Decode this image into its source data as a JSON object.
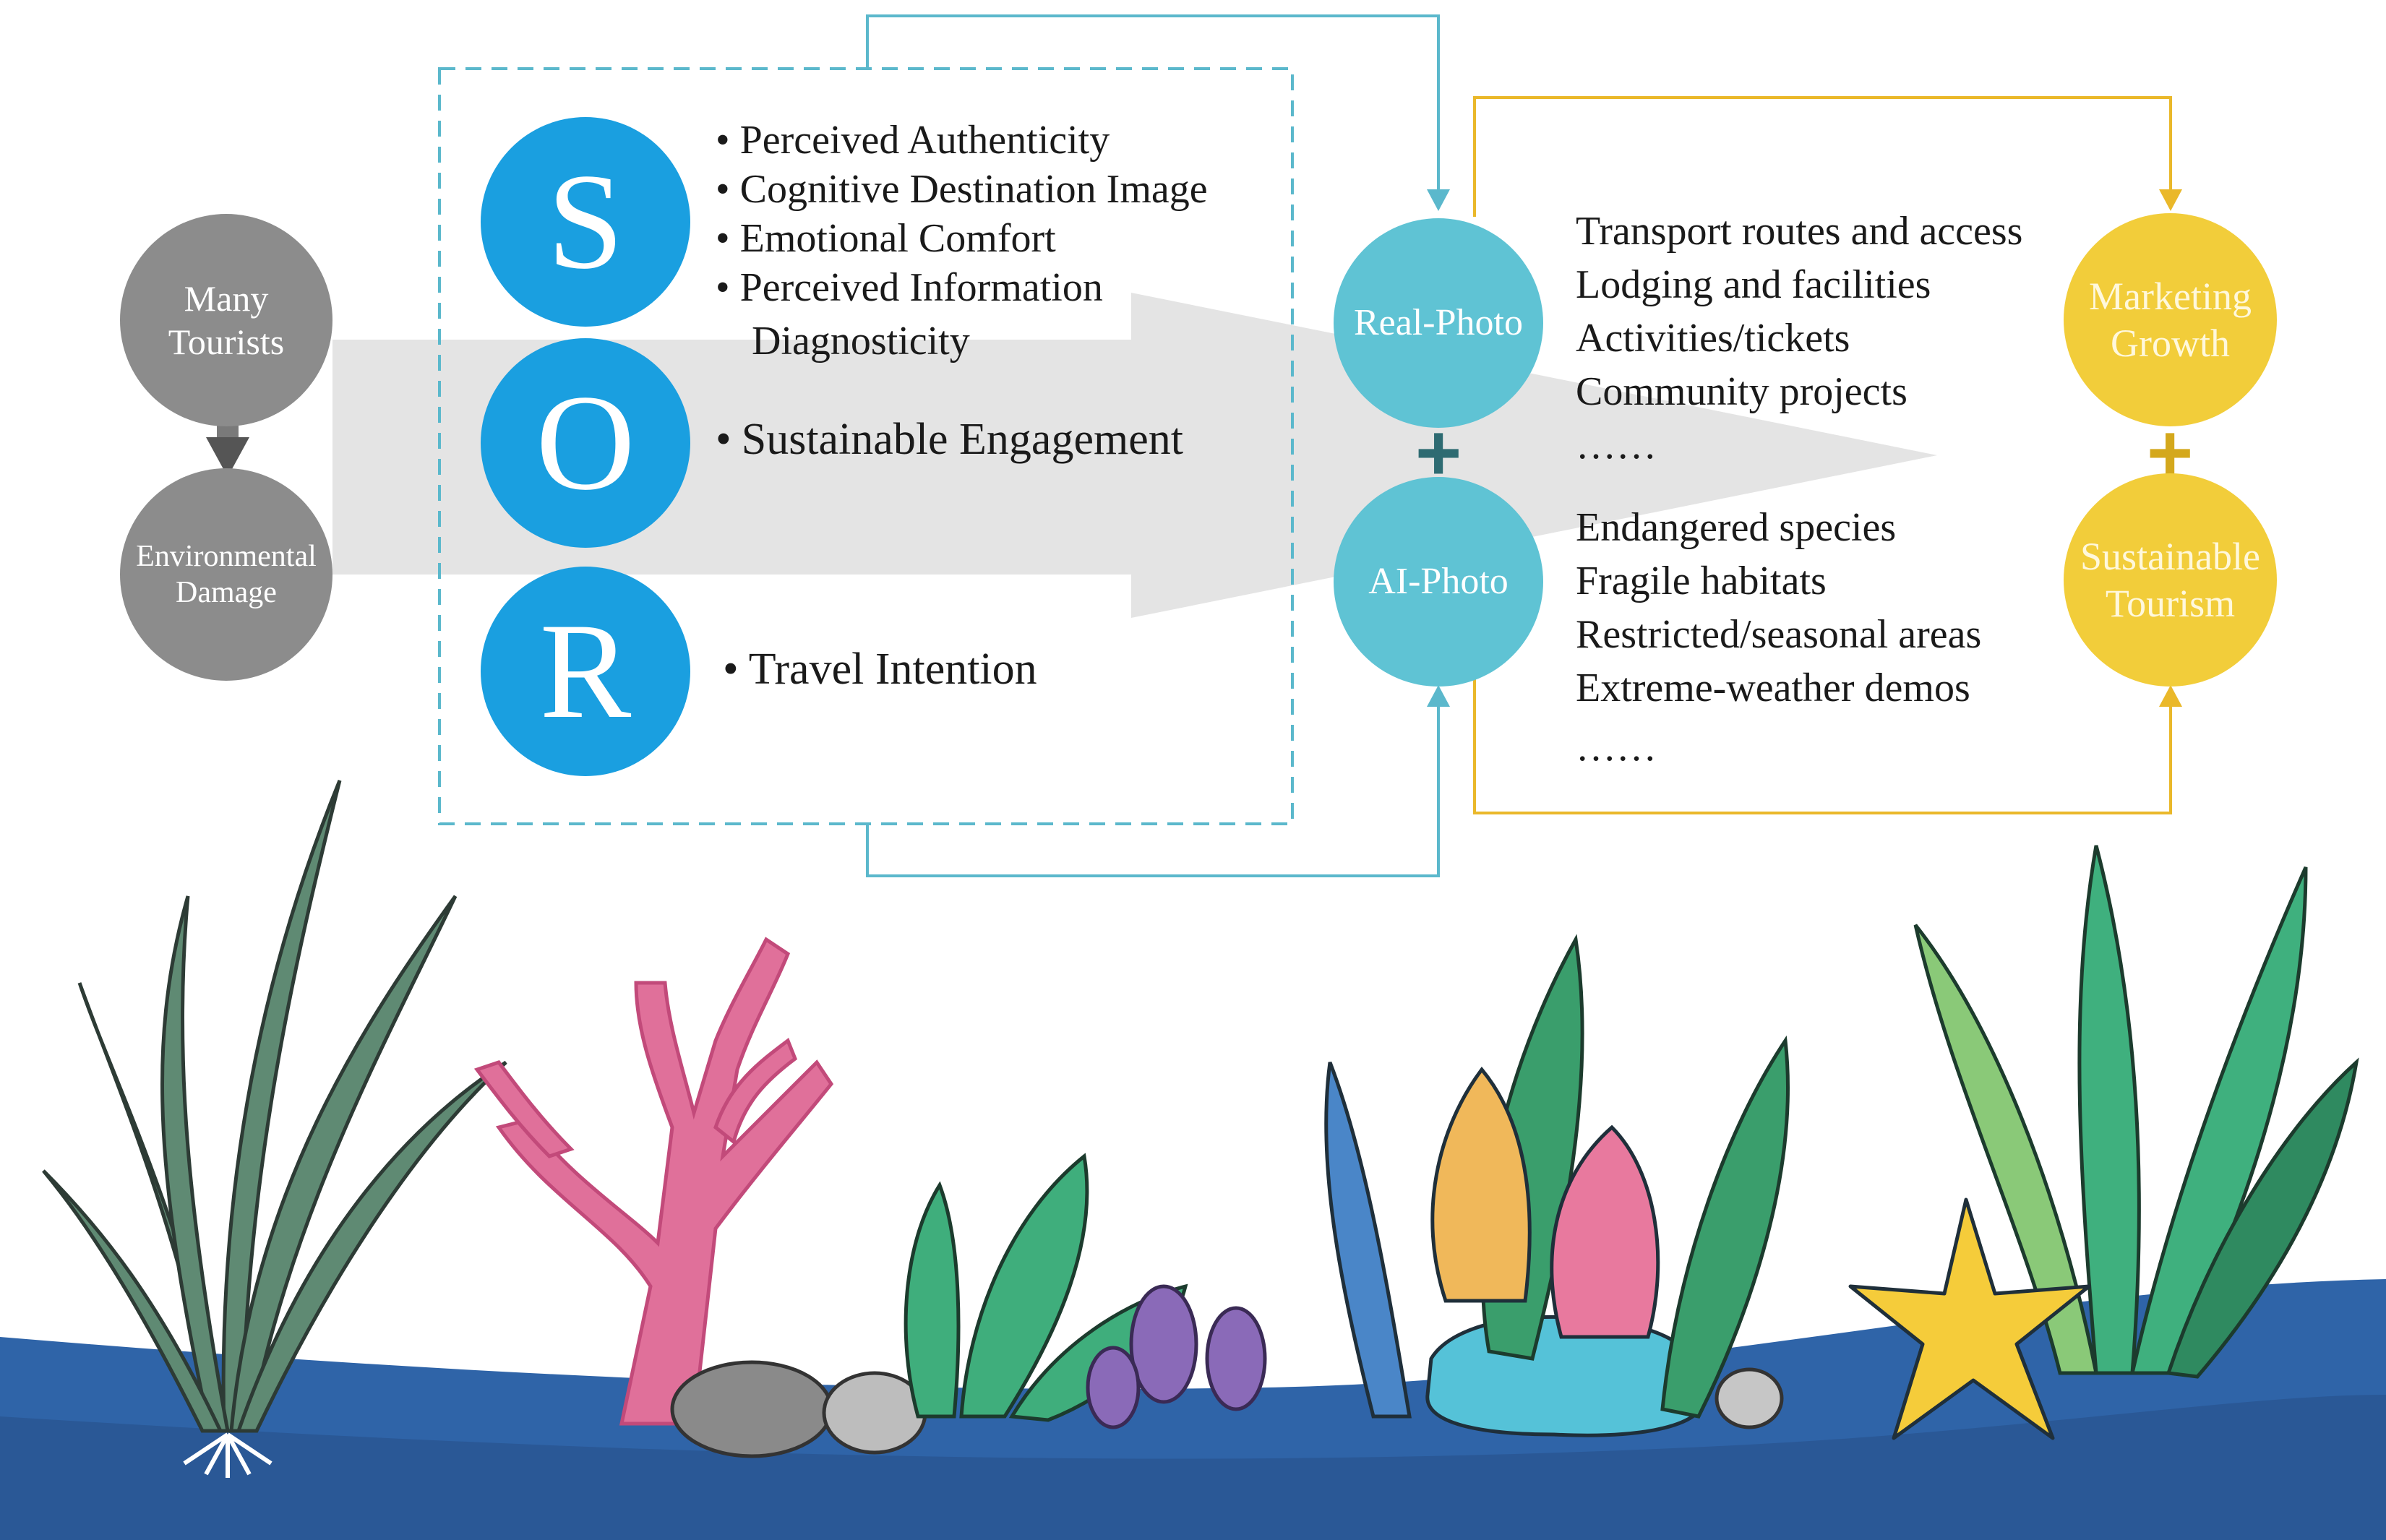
{
  "left_circles": {
    "top": "Many\nTourists",
    "bottom": "Environmental\nDamage"
  },
  "sor": {
    "s": "S",
    "o": "O",
    "r": "R",
    "s_items": [
      "Perceived Authenticity",
      "Cognitive Destination Image",
      "Emotional Comfort",
      "Perceived Information",
      "Diagnosticity"
    ],
    "o_item": "Sustainable Engagement",
    "r_item": "Travel Intention"
  },
  "photo": {
    "real": "Real-Photo",
    "ai": "AI-Photo",
    "plus": "+"
  },
  "real_list": [
    "Transport routes and access",
    "Lodging and facilities",
    "Activities/tickets",
    "Community projects",
    "……"
  ],
  "ai_list": [
    "Endangered species",
    "Fragile habitats",
    "Restricted/seasonal areas",
    "Extreme-weather demos",
    "……"
  ],
  "outcome": {
    "top": "Marketing\nGrowth",
    "bottom": "Sustainable\nTourism",
    "plus": "+"
  },
  "colors": {
    "sor_blue": "#1a9fe0",
    "teal": "#5fc3d4",
    "gold": "#f2cd3a",
    "grey": "#8c8c8c",
    "arrow_grey": "#e3e3e3",
    "sea_blue": "#2f64a8"
  }
}
